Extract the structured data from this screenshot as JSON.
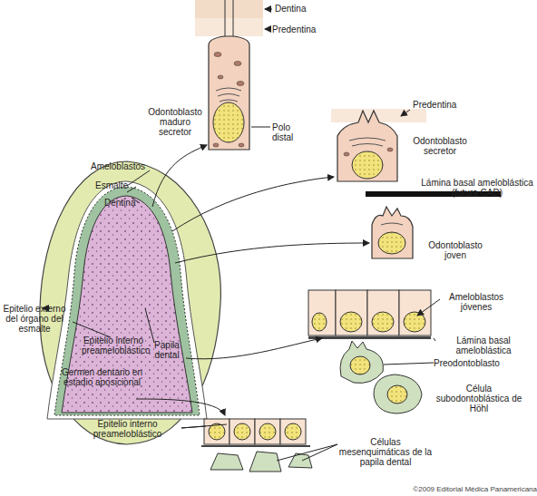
{
  "diagram": {
    "labels": [
      "Dentina",
      "Predentina",
      "Odontoblasto maduro secretor",
      "Polo distal",
      "Predentina",
      "Odontoblasto secretor",
      "Lámina basal ameloblástica (futura CAD)",
      "Odontoblasto joven",
      "Ameloblastos",
      "Esmalte",
      "Dentina",
      "Epitelio externo del órgano del esmalte",
      "Epitelio interno preameloblástico",
      "Papila dental",
      "Germen dentario en estadio aposicional",
      "Ameloblastos jóvenes",
      "Lámina basal ameloblástica",
      "Preodontoblasto",
      "Célula subodontoblástica de Höhl",
      "Epitelio interno preameloblástico",
      "Células mesenquimáticas de la papila dental",
      "©2009 Editorial Médica Panamericana"
    ]
  }
}
